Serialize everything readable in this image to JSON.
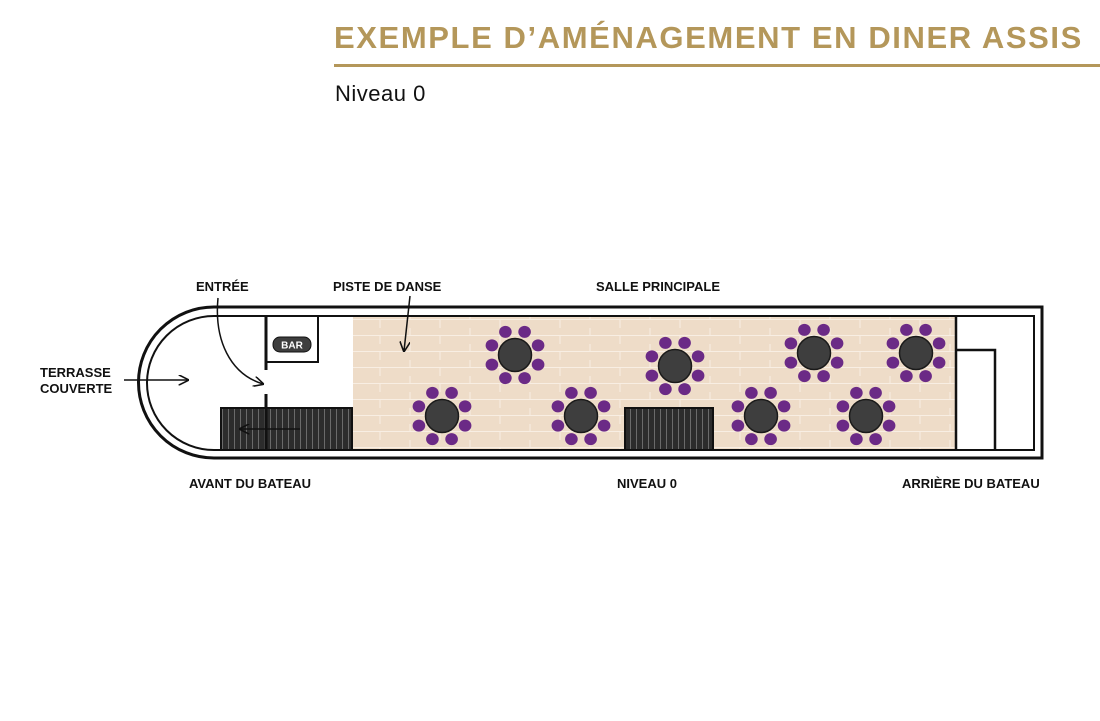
{
  "header": {
    "title": "EXEMPLE D’AMÉNAGEMENT EN DINER ASSIS",
    "subtitle": "Niveau 0"
  },
  "plan": {
    "labels": {
      "entree": "ENTRÉE",
      "piste": "PISTE DE DANSE",
      "salle": "SALLE PRINCIPALE",
      "terrasse_line1": "TERRASSE",
      "terrasse_line2": "COUVERTE",
      "bar": "BAR",
      "avant": "AVANT DU BATEAU",
      "niveau": "NIVEAU 0",
      "arriere": "ARRIÈRE DU BATEAU"
    },
    "table_count": 8,
    "chairs_per_table": 8
  },
  "colors": {
    "accent_gold": "#b4975a",
    "floor": "#eedcc8",
    "chair": "#6b2a86",
    "table": "#3e3e3e",
    "stairs": "#2f2f2f"
  }
}
